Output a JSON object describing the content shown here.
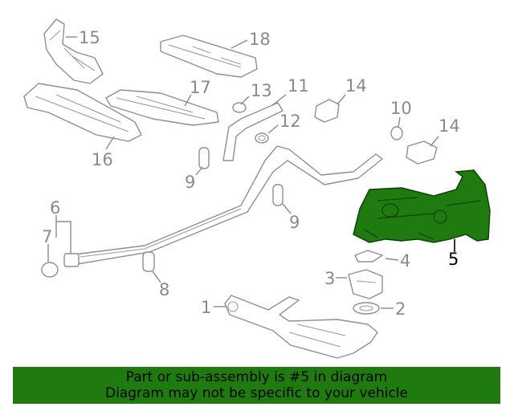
{
  "callouts": {
    "c1": "1",
    "c2": "2",
    "c3": "3",
    "c4": "4",
    "c5": "5",
    "c6": "6",
    "c7": "7",
    "c8": "8",
    "c9a": "9",
    "c9b": "9",
    "c10": "10",
    "c11": "11",
    "c12": "12",
    "c13": "13",
    "c14a": "14",
    "c14b": "14",
    "c15": "15",
    "c16": "16",
    "c17": "17",
    "c18": "18"
  },
  "highlight": {
    "part_number": "5",
    "color": "#1f7a10"
  },
  "banner": {
    "line1": "Part or sub-assembly is #5 in diagram",
    "line2": "Diagram may not be specific to your vehicle"
  }
}
